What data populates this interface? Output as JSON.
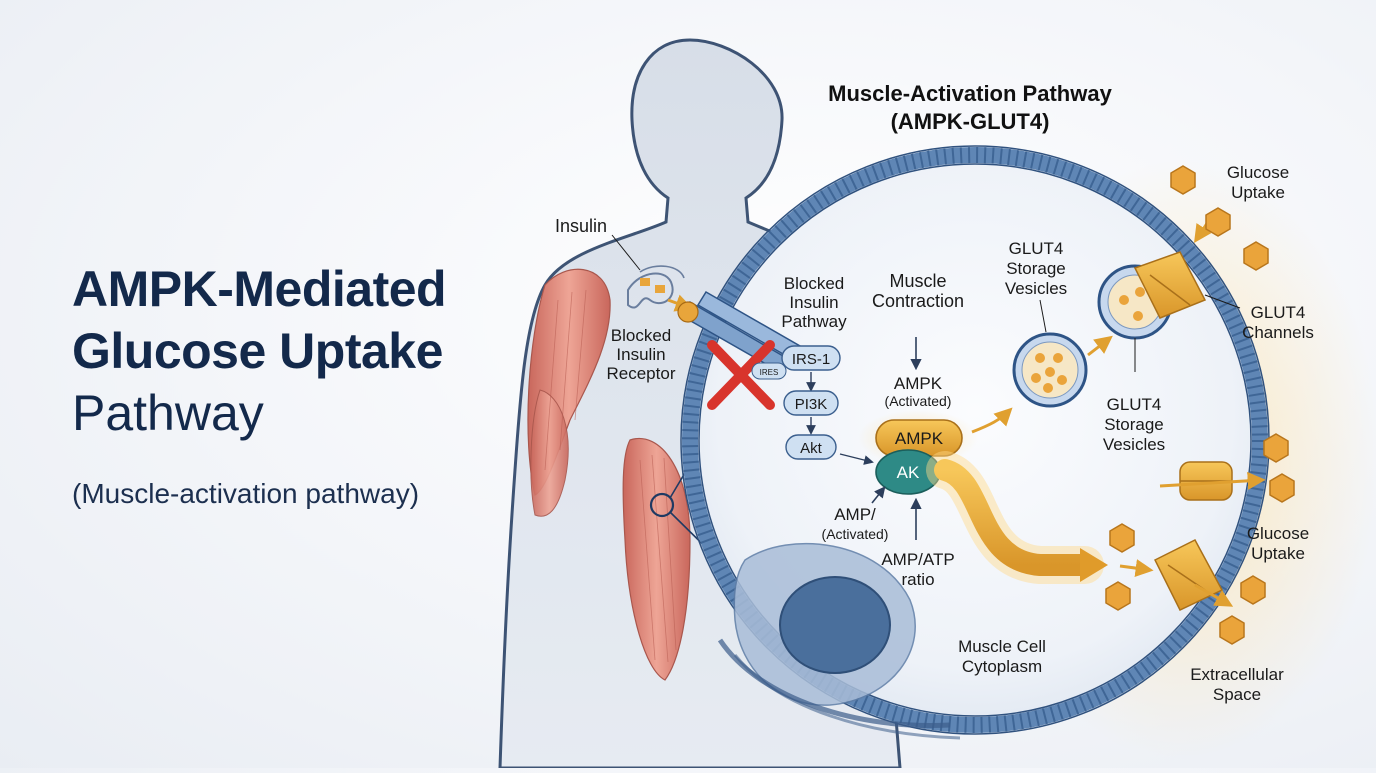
{
  "title": {
    "line1": "AMPK-Mediated",
    "line2": "Glucose Uptake",
    "line3": "Pathway"
  },
  "subtitle": "(Muscle-activation pathway)",
  "header": {
    "line1": "Muscle-Activation Pathway",
    "line2": "(AMPK-GLUT4)"
  },
  "labels": {
    "insulin": "Insulin",
    "blocked_receptor": [
      "Blocked",
      "Insulin",
      "Receptor"
    ],
    "blocked_pathway": [
      "Blocked",
      "Insulin",
      "Pathway"
    ],
    "irs1": "IRS-1",
    "pi3k": "PI3K",
    "akt": "Akt",
    "ires": "IRES",
    "muscle_contraction": [
      "Muscle",
      "Contraction"
    ],
    "ampk_activated_title": "AMPK",
    "ampk_activated_sub": "(Activated)",
    "ampk": "AMPK",
    "ak": "AK",
    "amp": "AMP/",
    "amp_sub": "(Activated)",
    "amp_atp": [
      "AMP/ATP",
      "ratio"
    ],
    "glut4_storage_top": [
      "GLUT4",
      "Storage",
      "Vesicles"
    ],
    "glut4_storage_mid": [
      "GLUT4",
      "Storage",
      "Vesicles"
    ],
    "glucose_uptake_top": [
      "Glucose",
      "Uptake"
    ],
    "glut4_channels": [
      "GLUT4",
      "Channels"
    ],
    "glucose_uptake_mid": [
      "Glucose",
      "Uptake"
    ],
    "cytoplasm": [
      "Muscle Cell",
      "Cytoplasm"
    ],
    "extracellular": [
      "Extracellular",
      "Space"
    ]
  },
  "colors": {
    "navy": "#13294b",
    "membrane": "#5f86b5",
    "ampk_gold": "#e6a92c",
    "ak_teal": "#2e8a86",
    "glucose": "#e8a53b",
    "muscle": "#d97a6d",
    "block_red": "#d8342c"
  },
  "icons": {
    "block": "red-x-icon",
    "glucose": "hexagon-icon"
  }
}
